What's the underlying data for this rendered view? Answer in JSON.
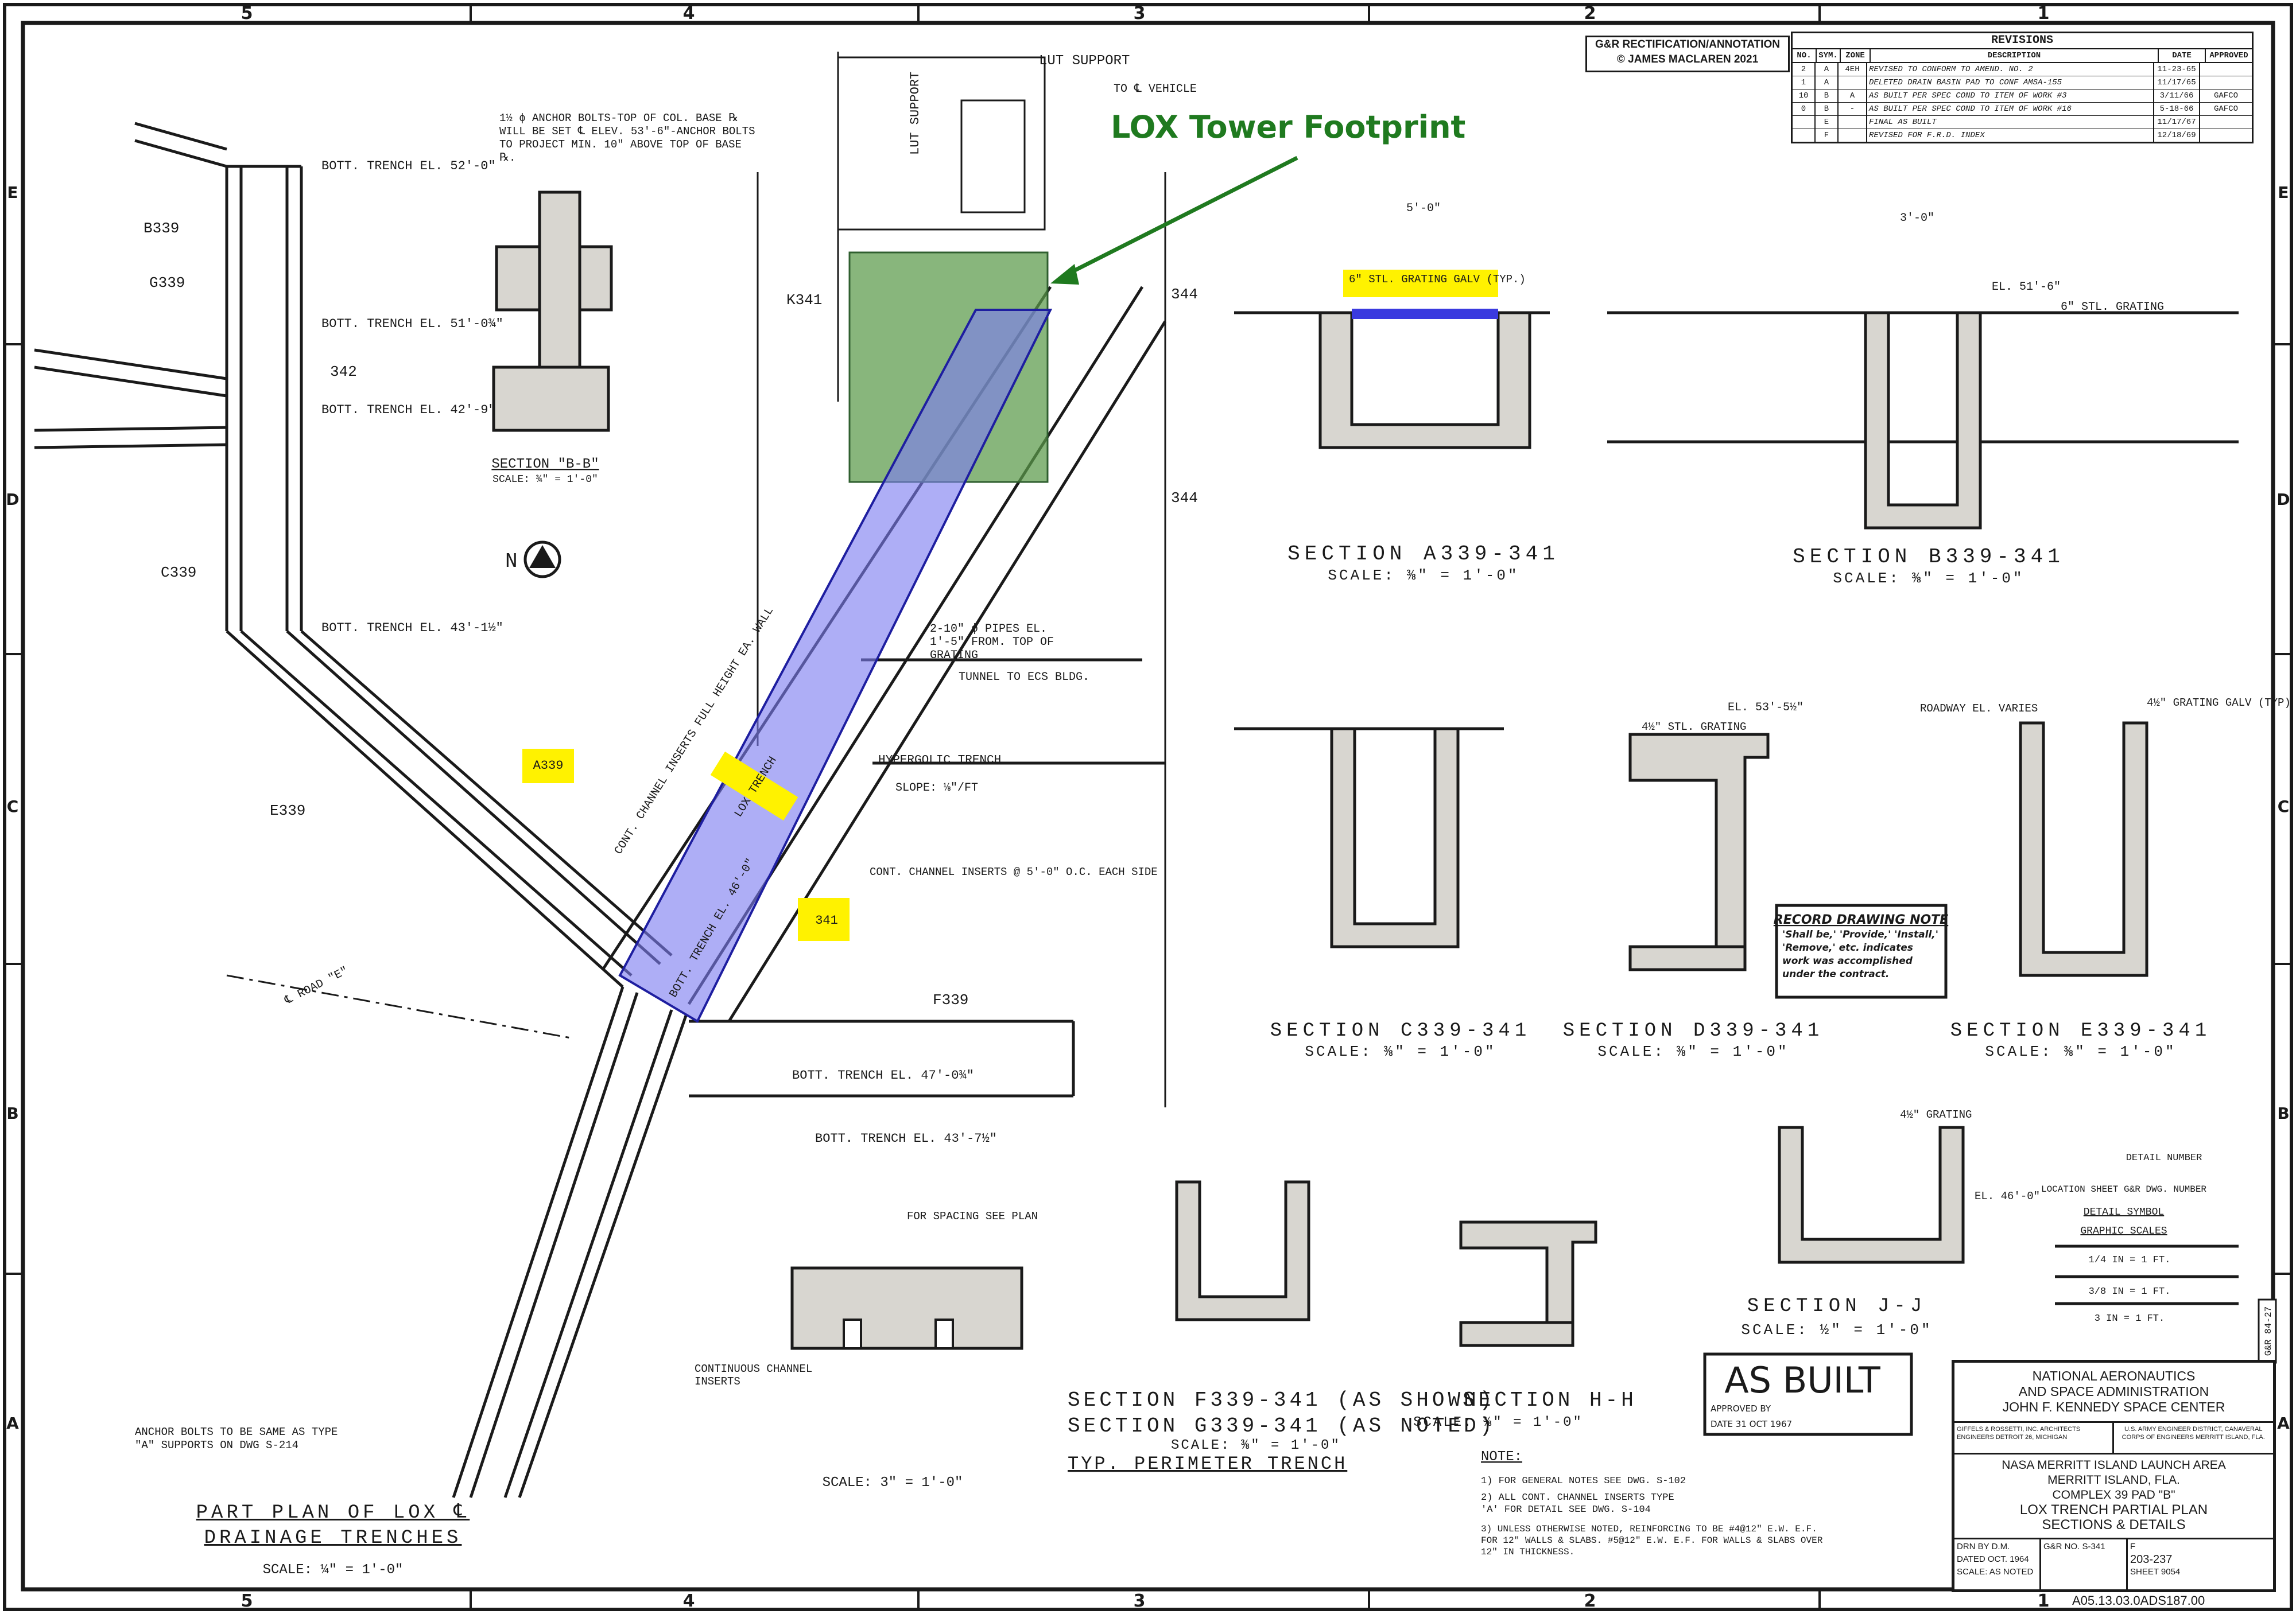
{
  "colors": {
    "paper": "#ffffff",
    "ink": "#1a1a1a",
    "highlight_yellow": "#fff200",
    "trench_blue": "#7c7cf0",
    "footprint_green": "#5a9a4a",
    "annotation_green": "#1f7a1f"
  },
  "border": {
    "columns": [
      "5",
      "4",
      "3",
      "2",
      "1"
    ],
    "rows": [
      "E",
      "D",
      "C",
      "B",
      "A"
    ]
  },
  "annotation": {
    "credit_line1": "G&R RECTIFICATION/ANNOTATION",
    "credit_line2": "© JAMES MACLAREN 2021",
    "lox_tower_footprint": "LOX Tower Footprint"
  },
  "revisions": {
    "title": "REVISIONS",
    "headers": [
      "NO.",
      "SYM.",
      "ZONE",
      "DESCRIPTION",
      "DATE",
      "APPROVED"
    ],
    "rows": [
      [
        "2",
        "A",
        "4EH",
        "REVISED TO CONFORM TO AMEND. NO. 2",
        "11-23-65",
        ""
      ],
      [
        "1",
        "A",
        "",
        "DELETED DRAIN BASIN PAD TO CONF AMSA-155",
        "11/17/65",
        ""
      ],
      [
        "10",
        "B",
        "A",
        "AS BUILT PER SPEC COND TO ITEM OF WORK #3",
        "3/11/66",
        "GAFCO"
      ],
      [
        "0",
        "B",
        "-",
        "AS BUILT PER SPEC COND TO ITEM OF WORK #16",
        "5-18-66",
        "GAFCO"
      ],
      [
        "",
        "E",
        "",
        "FINAL AS BUILT",
        "11/17/67",
        ""
      ],
      [
        "",
        "F",
        "",
        "REVISED FOR F.R.D. INDEX",
        "12/18/69",
        ""
      ]
    ]
  },
  "plan": {
    "lut_support": "LUT SUPPORT",
    "lut_support_vert": "LUT SUPPORT",
    "to_vehicle": "TO ℄ VEHICLE",
    "anchor_note": "1½ ϕ ANCHOR BOLTS-TOP OF COL. BASE ℞ WILL BE SET ℄ ELEV. 53'-6\"-ANCHOR BOLTS TO PROJECT MIN. 10\" ABOVE TOP OF BASE ℞.",
    "bott_trench_1": "BOTT. TRENCH EL. 52'-0\"",
    "bott_trench_2": "BOTT. TRENCH EL. 51'-0¾\"",
    "bott_trench_3": "BOTT. TRENCH EL. 42'-9\"",
    "bott_trench_4": "BOTT. TRENCH EL. 43'-1½\"",
    "bott_trench_5": "BOTT. TRENCH EL. 47'-0¾\"",
    "bott_trench_6": "BOTT. TRENCH EL. 43'-7½\"",
    "pipes_note": "2-10\" ϕ PIPES EL. 1'-5\" FROM. TOP OF GRATING",
    "tunnel": "TUNNEL TO ECS BLDG.",
    "hypergolic": "HYPERGOLIC TRENCH",
    "slope": "SLOPE: ⅛\"/FT",
    "channel_inserts": "CONT. CHANNEL INSERTS @ 5'-0\" O.C. EACH SIDE",
    "channel_inserts_diag": "CONT. CHANNEL INSERTS FULL HEIGHT EA. WALL",
    "lox_trench": "LOX TRENCH",
    "bott_trench_diag": "BOTT. TRENCH EL. 46'-0\"",
    "road": "℄ ROAD \"E\"",
    "anchor_bolts_note": "ANCHOR BOLTS TO BE SAME AS TYPE \"A\" SUPPORTS ON DWG S-214",
    "title": "PART PLAN OF LOX ℄ DRAINAGE TRENCHES",
    "scale": "SCALE: ¼\" = 1'-0\""
  },
  "markers": {
    "a339": "A339",
    "m341": "341",
    "b339": "B339",
    "g339": "G339",
    "c339": "C339",
    "e339": "E339",
    "f339": "F339",
    "k341": "K341",
    "m344a": "344",
    "m344b": "344",
    "m342": "342"
  },
  "sections": {
    "bb": {
      "title": "SECTION \"B-B\"",
      "scale": "SCALE: ¾\" = 1'-0\""
    },
    "a": {
      "title": "SECTION A339-341",
      "scale": "SCALE: ⅜\" = 1'-0\"",
      "grating": "6\" STL. GRATING GALV (TYP.)",
      "dim": "5'-0\""
    },
    "b": {
      "title": "SECTION B339-341",
      "scale": "SCALE: ⅜\" = 1'-0\"",
      "grating": "6\" STL. GRATING",
      "el": "EL. 51'-6\"",
      "dim": "3'-0\""
    },
    "c": {
      "title": "SECTION C339-341",
      "scale": "SCALE: ⅜\" = 1'-0\""
    },
    "d": {
      "title": "SECTION D339-341",
      "scale": "SCALE: ⅜\" = 1'-0\"",
      "el": "EL. 53'-5½\"",
      "grating": "4½\" STL. GRATING"
    },
    "e": {
      "title": "SECTION E339-341",
      "scale": "SCALE: ⅜\" = 1'-0\"",
      "roadway": "ROADWAY EL. VARIES",
      "grating": "4½\" GRATING GALV (TYP)"
    },
    "f": {
      "title": "SECTION F339-341 (AS SHOWN)",
      "title2": "SECTION G339-341 (AS NOTED)",
      "scale": "SCALE: ⅜\" = 1'-0\"",
      "subtitle": "TYP. PERIMETER TRENCH"
    },
    "hh": {
      "title": "SECTION H-H",
      "scale": "SCALE: ⅜\" = 1'-0\""
    },
    "jj": {
      "title": "SECTION J-J",
      "scale": "SCALE: ½\" = 1'-0\"",
      "grating": "4½\" GRATING",
      "el": "EL. 46'-0\""
    },
    "small": {
      "scale": "SCALE: 3\" = 1'-0\"",
      "spacing": "FOR SPACING SEE PLAN",
      "inserts": "CONTINUOUS CHANNEL INSERTS"
    }
  },
  "record_note": {
    "title": "RECORD DRAWING NOTE",
    "text": "'Shall be,' 'Provide,' 'Install,' 'Remove,' etc. indicates work was accomplished under the contract."
  },
  "stamp": {
    "as_built": "AS BUILT",
    "approved": "APPROVED BY",
    "date": "DATE 31 OCT 1967"
  },
  "notes": {
    "heading": "NOTE:",
    "n1": "1) FOR GENERAL NOTES SEE DWG. S-102",
    "n2": "2) ALL CONT. CHANNEL INSERTS TYPE 'A' FOR DETAIL SEE DWG. S-104",
    "n3": "3) UNLESS OTHERWISE NOTED, REINFORCING TO BE #4@12\" E.W. E.F. FOR 12\" WALLS & SLABS. #5@12\" E.W. E.F. FOR WALLS & SLABS OVER 12\" IN THICKNESS."
  },
  "legend": {
    "detail_number": "DETAIL NUMBER",
    "location_sheet": "LOCATION SHEET G&R DWG. NUMBER",
    "detail_symbol": "DETAIL SYMBOL",
    "graphic_scales": "GRAPHIC SCALES",
    "s1": "1/4 IN = 1 FT.",
    "s2": "3/8 IN = 1 FT.",
    "s3": "3 IN = 1 FT."
  },
  "title_block": {
    "agency1": "NATIONAL AERONAUTICS",
    "agency2": "AND SPACE ADMINISTRATION",
    "center": "JOHN F. KENNEDY SPACE CENTER",
    "architect": "GIFFELS & ROSSETTI, INC. ARCHITECTS ENGINEERS DETROIT 26, MICHIGAN",
    "corps": "U.S. ARMY ENGINEER DISTRICT, CANAVERAL CORPS OF ENGINEERS MERRITT ISLAND, FLA.",
    "area1": "NASA MERRITT ISLAND LAUNCH AREA",
    "area2": "MERRITT ISLAND, FLA.",
    "complex": "COMPLEX 39       PAD \"B\"",
    "drawing1": "LOX TRENCH PARTIAL PLAN",
    "drawing2": "SECTIONS & DETAILS",
    "drawn": "DRN BY D.M.",
    "dated": "DATED OCT. 1964",
    "scale": "SCALE: AS NOTED",
    "gr_no": "G&R NO. S-341",
    "size": "F",
    "file_no": "203-237",
    "sheet": "SHEET 9054",
    "doc_id": "A05.13.03.0ADS187.00",
    "side_tab": "G&R 84-27"
  }
}
